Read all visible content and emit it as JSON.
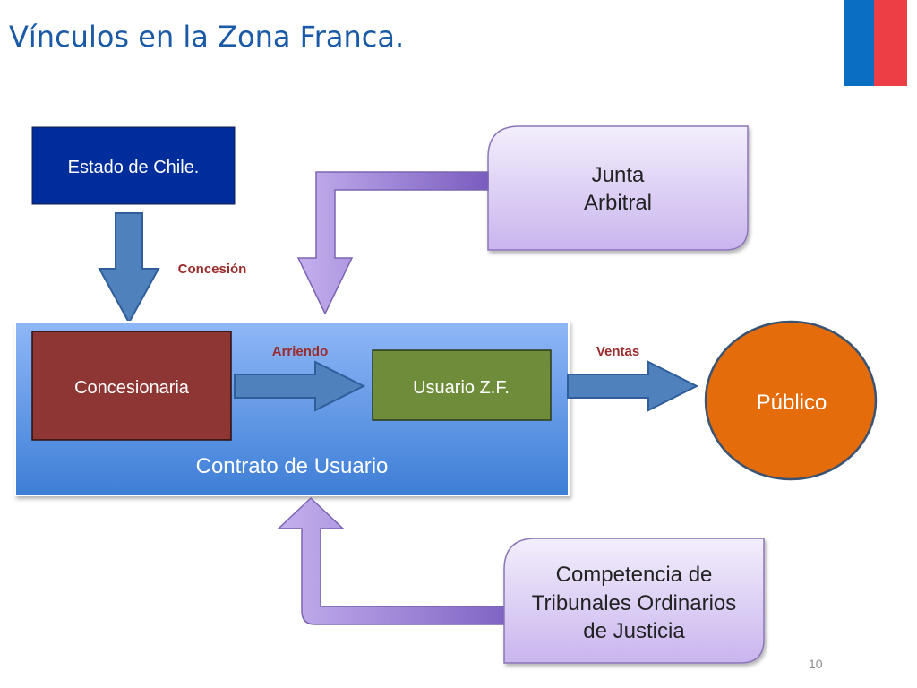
{
  "slide": {
    "title": "Vínculos en la Zona Franca.",
    "page_number": "10"
  },
  "colors": {
    "title": "#1a5aa6",
    "flag_blue": "#0a6fc2",
    "flag_red": "#ee3e45",
    "estado_box": "#002d9c",
    "concesionaria_box": "#8e3633",
    "usuario_box": "#6e8c3a",
    "publico_circle": "#e46c0a",
    "arrow_blue": "#4f81bd",
    "arrow_purple": "#b7a1e6",
    "label_red": "#9b2a2a"
  },
  "diagram": {
    "estado": "Estado de Chile.",
    "junta_line1": "Junta",
    "junta_line2": "Arbitral",
    "concesion_label": "Concesión",
    "contrato": "Contrato de Usuario",
    "concesionaria": "Concesionaria",
    "arriendo_label": "Arriendo",
    "usuario": "Usuario Z.F.",
    "ventas_label": "Ventas",
    "publico": "Público",
    "competencia_line1": "Competencia de",
    "competencia_line2": "Tribunales Ordinarios",
    "competencia_line3": "de Justicia"
  }
}
